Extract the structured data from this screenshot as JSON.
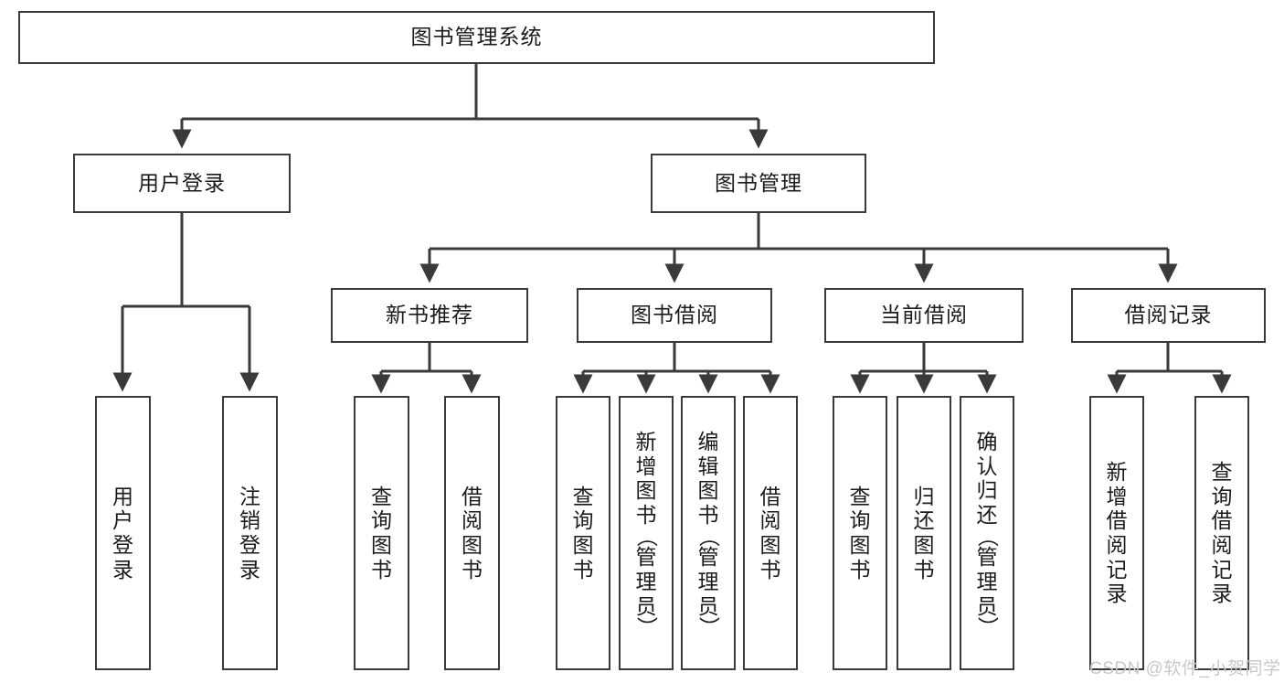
{
  "diagram": {
    "title": "图书管理系统",
    "type": "tree-hierarchy",
    "watermark": "CSDN @软件_小贺同学",
    "colors": {
      "box_border": "#3a3a3a",
      "box_fill": "#ffffff",
      "edge": "#3a3a3a",
      "text": "#1b1b1b",
      "watermark": "#c8c8c8"
    },
    "root": {
      "label": "图书管理系统"
    },
    "level2": [
      {
        "label": "用户登录"
      },
      {
        "label": "图书管理"
      }
    ],
    "level3": [
      {
        "label": "新书推荐"
      },
      {
        "label": "图书借阅"
      },
      {
        "label": "当前借阅"
      },
      {
        "label": "借阅记录"
      }
    ],
    "leaves": {
      "user_login": [
        {
          "label": "用户登录"
        },
        {
          "label": "注销登录"
        }
      ],
      "new_book_recommend": [
        {
          "label": "查询图书"
        },
        {
          "label": "借阅图书"
        }
      ],
      "book_borrow": [
        {
          "label": "查询图书"
        },
        {
          "label": "新增图书（管理员）"
        },
        {
          "label": "编辑图书（管理员）"
        },
        {
          "label": "借阅图书"
        }
      ],
      "current_borrow": [
        {
          "label": "查询图书"
        },
        {
          "label": "归还图书"
        },
        {
          "label": "确认归还（管理员）"
        }
      ],
      "borrow_record": [
        {
          "label": "新增借阅记录"
        },
        {
          "label": "查询借阅记录"
        }
      ]
    }
  }
}
